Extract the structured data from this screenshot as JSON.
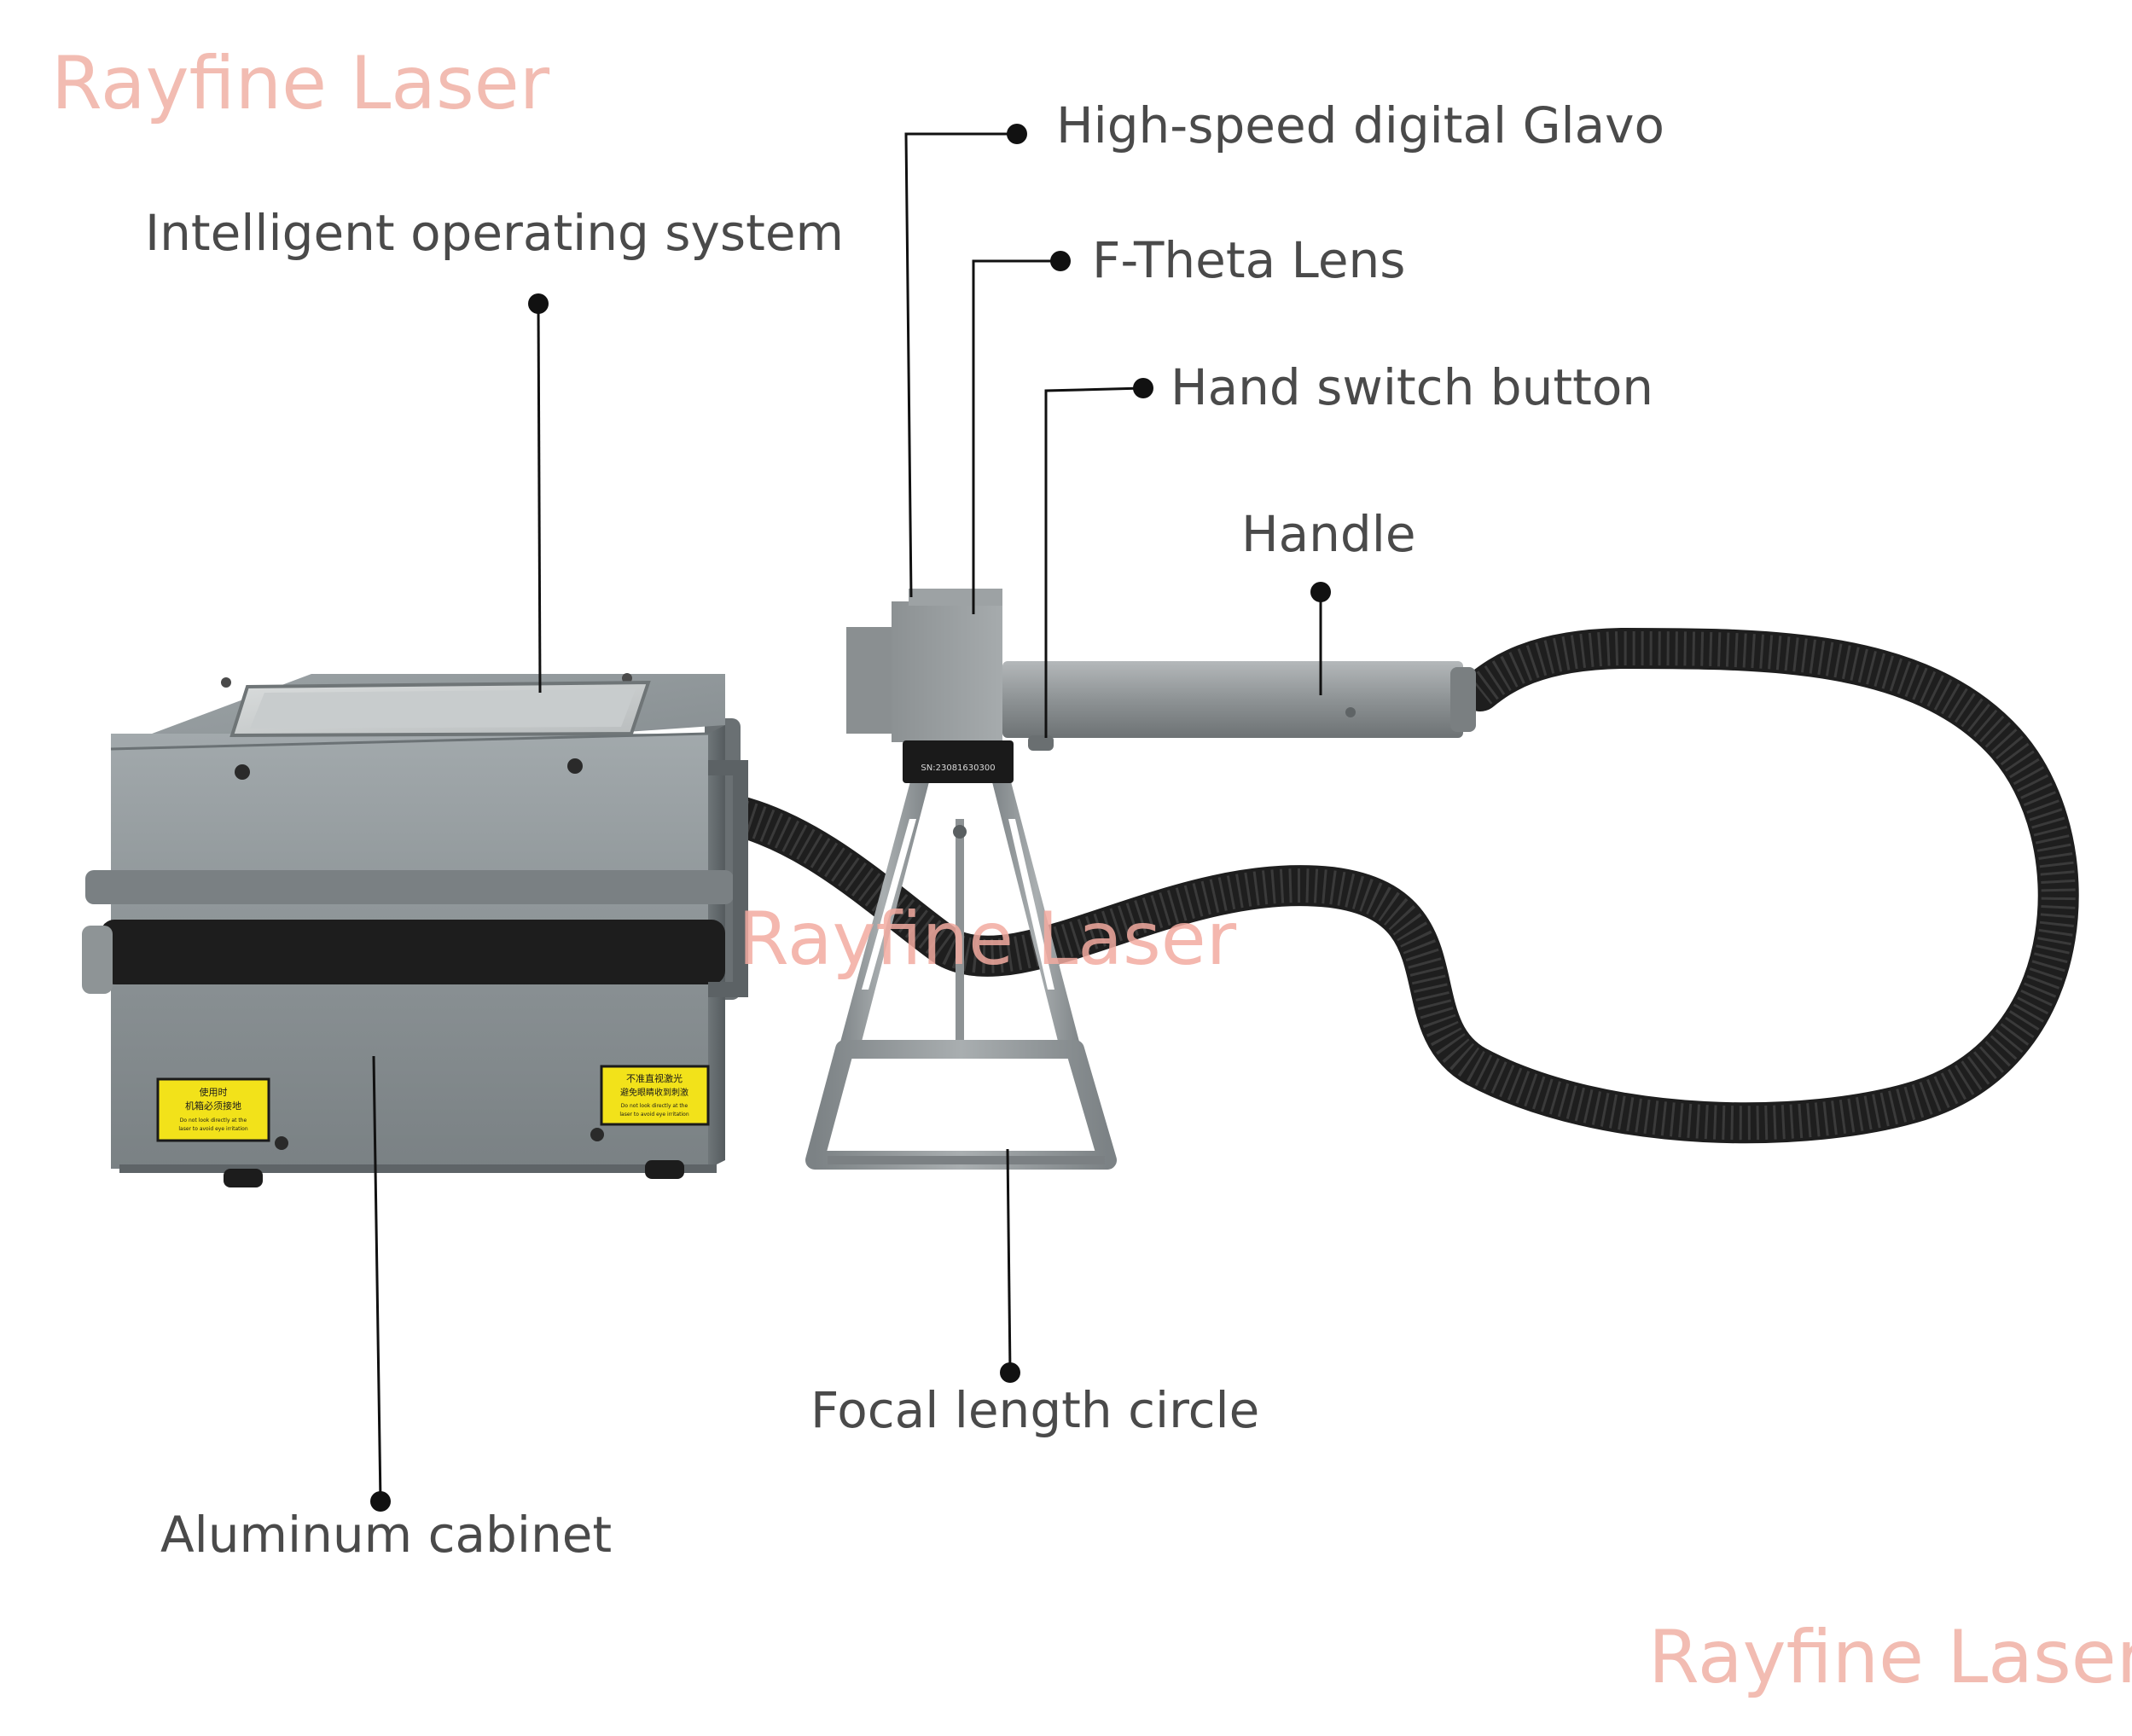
{
  "watermark": {
    "brand": "Rayfine Laser"
  },
  "labels": {
    "galvo": "High-speed digital Glavo",
    "ftheta": "F-Theta Lens",
    "hand_switch": "Hand switch button",
    "handle": "Handle",
    "operating_system": "Intelligent operating system",
    "focal_circle": "Focal length circle",
    "cabinet": "Aluminum cabinet"
  },
  "device_text": {
    "warning_left_line1": "使用时",
    "warning_left_line2": "机箱必须接地",
    "warning_left_line3": "Do not look directly at the",
    "warning_left_line4": "laser to avoid eye irritation",
    "warning_right_line1": "不准直视激光",
    "warning_right_line2": "避免眼睛收到刺激",
    "warning_right_line3": "Do not look directly at the",
    "warning_right_line4": "laser to avoid eye irritation",
    "serial_number": "SN:23081630300"
  },
  "colors": {
    "label_text": "#4a4a4a",
    "watermark": "#f2bcb2",
    "leader_line": "#111111",
    "cabinet_metal": "#8a9194",
    "warning_yellow": "#f2e21a",
    "hose": "#1e1e1e"
  }
}
